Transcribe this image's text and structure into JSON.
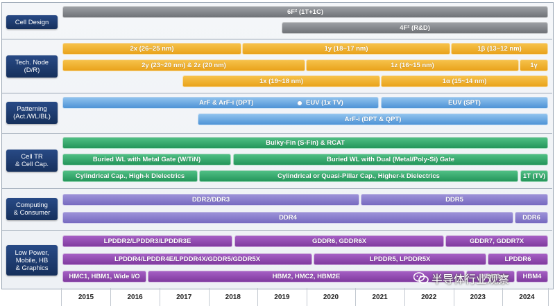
{
  "categories": {
    "cell_design": "Cell Design",
    "tech_node": "Tech. Node\n(D/R)",
    "patterning": "Patterning\n(Act./WL/BL)",
    "cell_tr": "Cell TR\n& Cell Cap.",
    "computing": "Computing\n& Consumer",
    "low_power": "Low Power,\nMobile, HB\n& Graphics"
  },
  "bars": {
    "f6_1t1c": "6F² (1T+1C)",
    "f4_rd": "4F² (R&D)",
    "n2x": "2x (26~25 nm)",
    "n1y": "1y (18~17 nm)",
    "n1beta": "1β (13~12 nm)",
    "n2y2z": "2y (23~20 nm) & 2z (20 nm)",
    "n1z": "1z (16~15 nm)",
    "n1gamma": "1γ",
    "n1x": "1x (19~18 nm)",
    "n1alpha": "1α (15~14 nm)",
    "arf_dpt": "ArF & ArF-i (DPT)",
    "euv_1xtv": "EUV (1x TV)",
    "euv_spt": "EUV (SPT)",
    "arfi_dpt_qpt": "ArF-i (DPT & QPT)",
    "bulky_fin": "Bulky-Fin (S-Fin) & RCAT",
    "buried_metal": "Buried WL with Metal Gate (W/TiN)",
    "buried_dual": "Buried WL with Dual (Metal/Poly-Si) Gate",
    "cyl_cap": "Cylindrical  Cap., High-k Dielectrics",
    "cyl_quasi": "Cylindrical  or Quasi-Pillar Cap., Higher-k Dielectrics",
    "t1_tv": "1T (TV)",
    "ddr2_3": "DDR2/DDR3",
    "ddr5": "DDR5",
    "ddr4": "DDR4",
    "ddr6": "DDR6",
    "lpddr2_3e": "LPDDR2/LPDDR3/LPDDR3E",
    "gddr6_6x": "GDDR6, GDDR6X",
    "gddr7_7x": "GDDR7, GDDR7X",
    "lpddr4_group": "LPDDR4/LPDDR4E/LPDDR4X/GDDR5/GDDR5X",
    "lpddr5_5x": "LPDDR5, LPDDR5X",
    "lpddr6": "LPDDR6",
    "hmc1_hbm1": "HMC1, HBM1, Wide I/O",
    "hbm2_group": "HBM2, HMC2, HBM2E",
    "hbm3": "HBM3",
    "hbm4": "HBM4"
  },
  "years": [
    "2015",
    "2016",
    "2017",
    "2018",
    "2019",
    "2020",
    "2021",
    "2022",
    "2023",
    "2024"
  ],
  "watermark": "半导体行业观察",
  "colors": {
    "cell_design": "#8a8d92",
    "tech_node": "#f0b230",
    "patterning": "#6aa8e2",
    "cell_tr": "#35a86c",
    "computing": "#877bcc",
    "low_power": "#9148b2",
    "category_label": "#1e3a6e"
  }
}
